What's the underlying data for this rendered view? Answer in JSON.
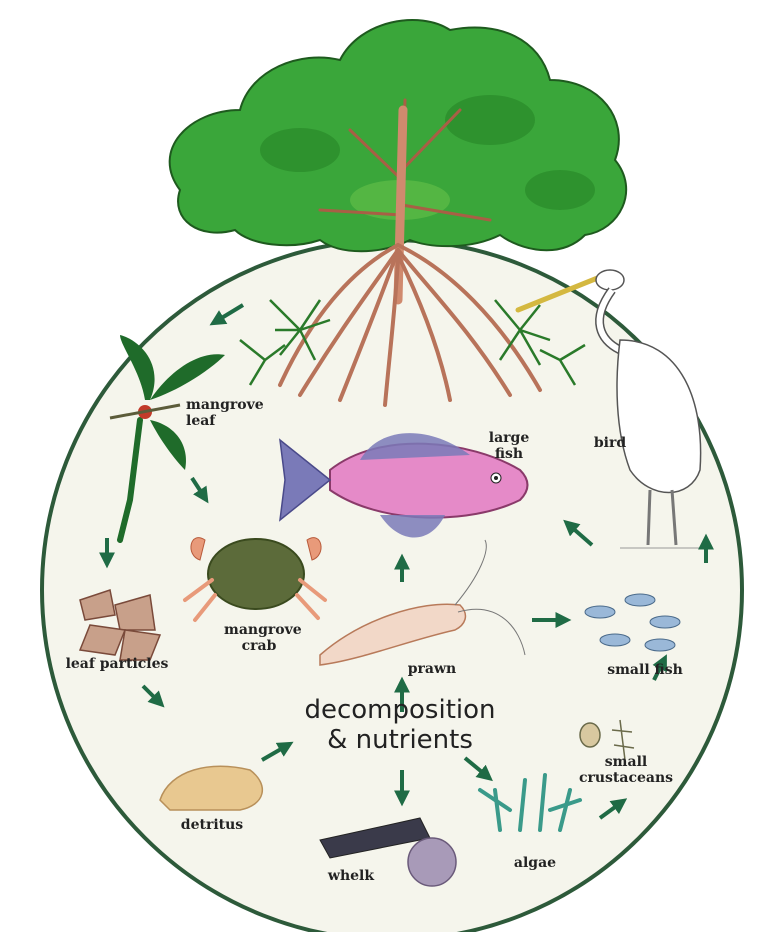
{
  "labels": {
    "mangrove_leaf": [
      "mangrove",
      "leaf"
    ],
    "large_fish": [
      "large",
      "fish"
    ],
    "bird": "bird",
    "mangrove_crab": [
      "mangrove",
      "crab"
    ],
    "leaf_particles": "leaf particles",
    "prawn": "prawn",
    "small_fish": "small fish",
    "decomposition": [
      "decomposition",
      "& nutrients"
    ],
    "small_crustaceans": [
      "small",
      "crustaceans"
    ],
    "detritus": "detritus",
    "whelk": "whelk",
    "algae": "algae"
  },
  "colors": {
    "background": "#f5f5ec",
    "circle_stroke": "#2d5a3a",
    "arrow": "#1f6b45",
    "foliage": "#3aa63a",
    "trunk": "#d08a6e",
    "fish": "#e58ac8",
    "crab": "#5c6b3a",
    "algae": "#3a9a8a"
  }
}
